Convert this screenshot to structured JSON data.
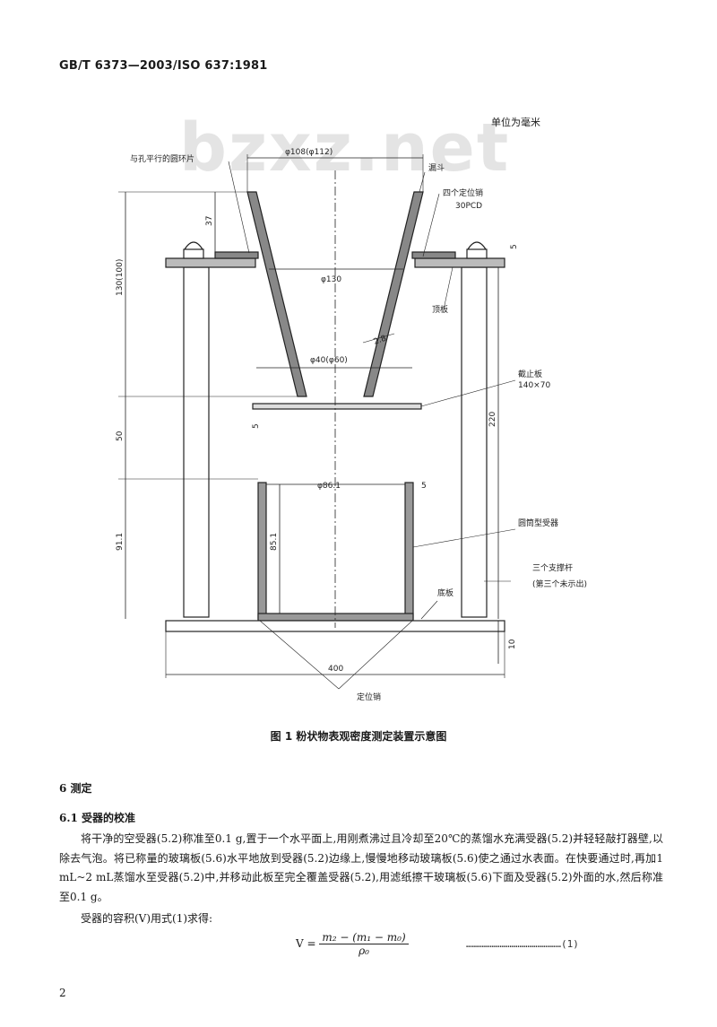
{
  "header": {
    "code": "GB/T 6373—2003/ISO 637:1981"
  },
  "watermark": "bzxz.net",
  "figure": {
    "unit_note": "单位为毫米",
    "labels": {
      "top_dia": "φ108(φ112)",
      "flat_plug": "与孔平行的圆环片",
      "funnel": "漏斗",
      "four_pins": "四个定位销",
      "pins_pcd": "30PCD",
      "dim_37": "37",
      "dim_130_100": "130(100)",
      "dim_5_top": "5",
      "mid_dia": "φ130",
      "plate": "顶板",
      "wall": "2.8",
      "bottom_dia": "φ40(φ60)",
      "stop_plate": "截止板",
      "stop_plate_size": "140×70",
      "dim_5_gate": "5",
      "dim_50": "50",
      "dim_220": "220",
      "cup_dia": "φ86.1",
      "dim_5_cup": "5",
      "cup_label": "圆筒型受器",
      "dim_91_1": "91.1",
      "dim_85_1": "85.1",
      "three_legs": "三个支撑杆",
      "three_legs_note": "(第三个未示出)",
      "base": "底板",
      "dim_10": "10",
      "dim_400": "400",
      "locator": "定位销"
    }
  },
  "caption": "图 1  粉状物表观密度测定装置示意图",
  "section": "6  测定",
  "subsection": "6.1  受器的校准",
  "paragraph": "将干净的空受器(5.2)称准至0.1 g,置于一个水平面上,用刚煮沸过且冷却至20℃的蒸馏水充满受器(5.2)并轻轻敲打器壁,以除去气泡。将已称量的玻璃板(5.6)水平地放到受器(5.2)边缘上,慢慢地移动玻璃板(5.6)使之通过水表面。在快要通过时,再加1 mL~2 mL蒸馏水至受器(5.2)中,并移动此板至完全覆盖受器(5.2),用滤纸擦干玻璃板(5.6)下面及受器(5.2)外面的水,然后称准至0.1 g。",
  "volume_line": "受器的容积(V)用式(1)求得:",
  "formula": {
    "lhs": "V =",
    "numerator": "m₂ − (m₁ − m₀)",
    "denominator": "ρ₀",
    "number": "…………………………………………(1)"
  },
  "page_number": "2"
}
